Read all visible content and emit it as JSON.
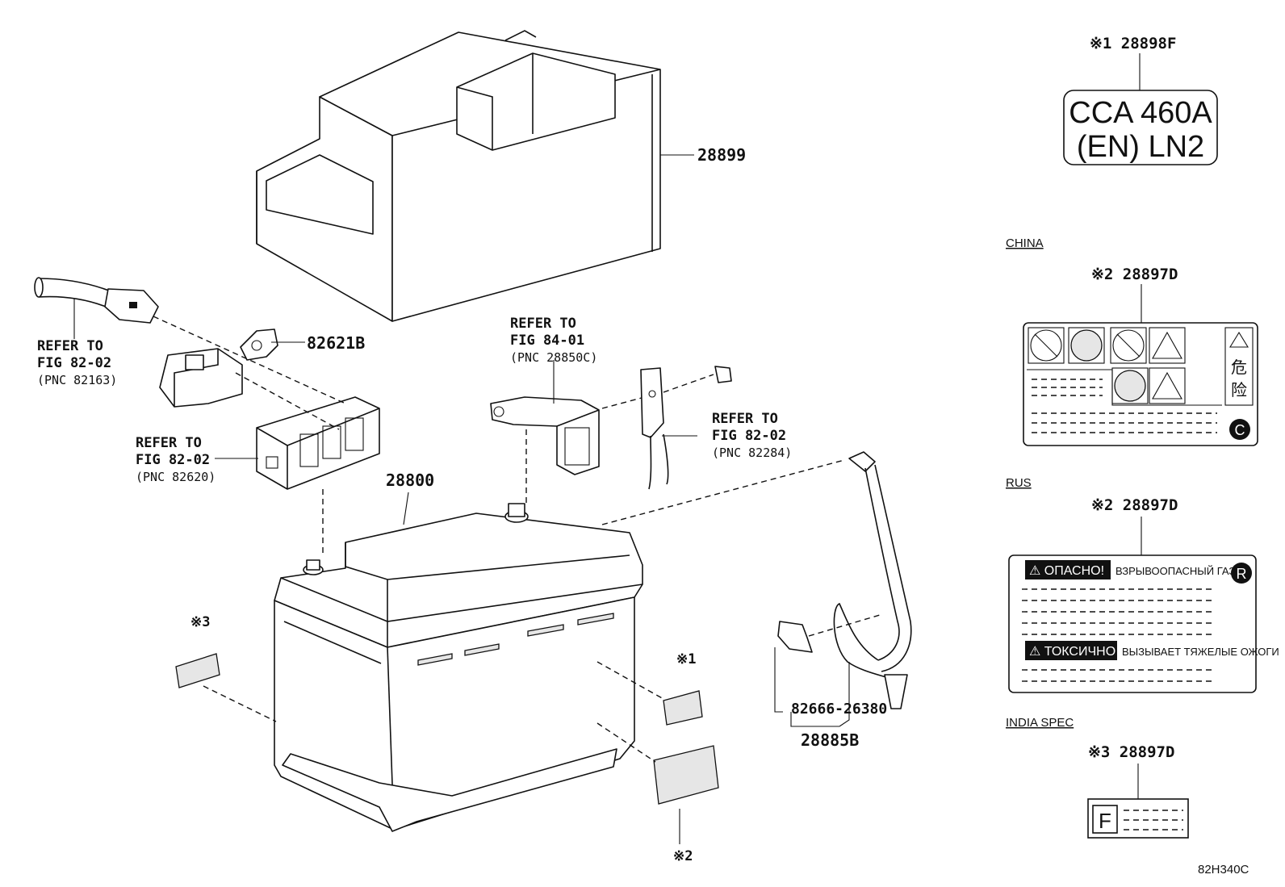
{
  "labels": {
    "cover": "28899",
    "clamp": "82621B",
    "battery": "28800",
    "bracket": "82666-26380",
    "cable": "28885B"
  },
  "refs": {
    "left": {
      "line1": "REFER TO",
      "line2": "FIG 82-02",
      "line3": "(PNC 82163)"
    },
    "sensor": {
      "line1": "REFER TO",
      "line2": "FIG 82-02",
      "line3": "(PNC 82620)"
    },
    "fuse": {
      "line1": "REFER TO",
      "line2": "FIG 84-01",
      "line3": "(PNC 28850C)"
    },
    "strap": {
      "line1": "REFER TO",
      "line2": "FIG 82-02",
      "line3": "(PNC 82284)"
    }
  },
  "markers": {
    "m1": "※1",
    "m2": "※2",
    "m3": "※3"
  },
  "right_panel": {
    "cca": {
      "part": "※1 28898F",
      "line1": "CCA 460A",
      "line2": "(EN) LN2"
    },
    "china": {
      "heading": "CHINA",
      "part": "※2 28897D",
      "danger_1": "危",
      "danger_2": "险",
      "badge": "C"
    },
    "rus": {
      "heading": "RUS",
      "part": "※2 28897D",
      "danger": "⚠ ОПАСНО!",
      "danger_desc": "ВЗРЫВООПАСНЫЙ ГАЗ",
      "toxic": "⚠ ТОКСИЧНО",
      "toxic_desc": "ВЫЗЫВАЕТ ТЯЖЕЛЫЕ ОЖОГИ",
      "badge": "R"
    },
    "india": {
      "heading": "INDIA SPEC",
      "part": "※3 28897D",
      "letter": "F"
    }
  },
  "figure_code": "82H340C"
}
